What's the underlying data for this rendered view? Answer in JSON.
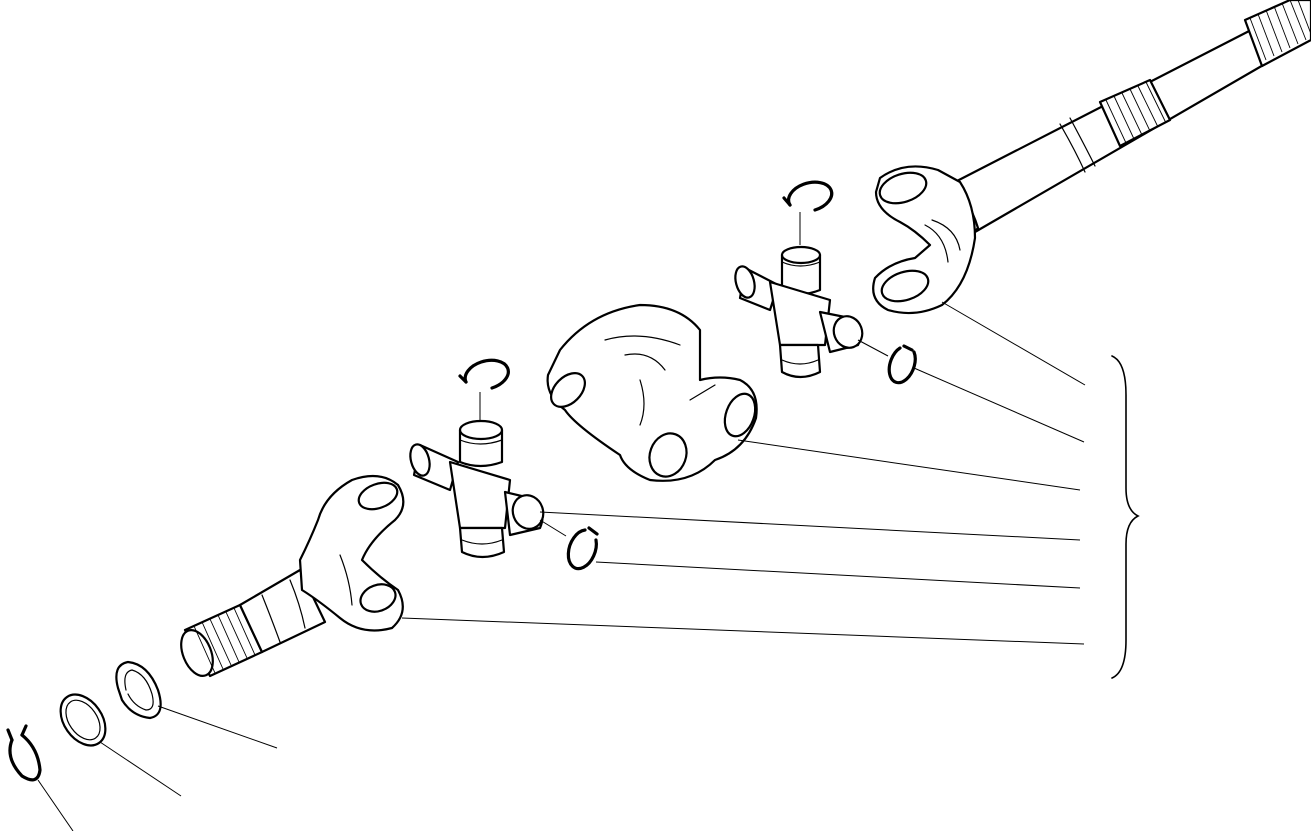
{
  "diagram": {
    "description_visible_text": "",
    "parts": [
      "axle-shaft-outer",
      "yoke-outer",
      "snap-ring-upper-right",
      "spider-cross-right",
      "snap-ring-side-right",
      "center-double-yoke",
      "spider-cross-left",
      "snap-ring-upper-left",
      "snap-ring-side-left",
      "yoke-inner-shaft",
      "thrust-washer",
      "seal-ring",
      "retaining-ring"
    ],
    "stroke_color": "#000000",
    "background_color": "#ffffff"
  }
}
